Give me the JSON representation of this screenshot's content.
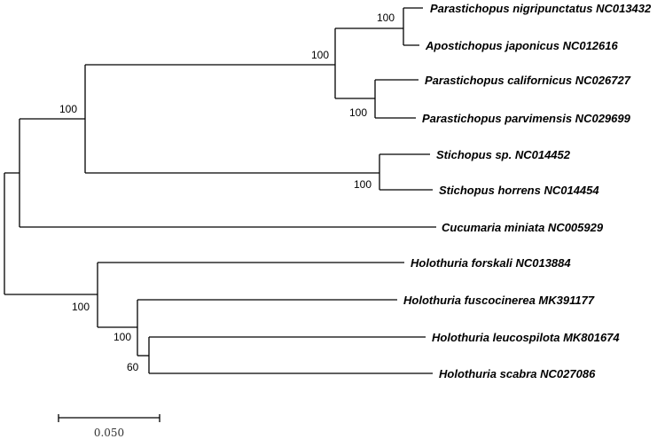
{
  "tree": {
    "taxa": [
      "Parastichopus nigripunctatus NC013432",
      "Apostichopus japonicus NC012616",
      "Parastichopus californicus NC026727",
      "Parastichopus parvimensis NC029699",
      "Stichopus sp. NC014452",
      "Stichopus horrens NC014454",
      "Cucumaria miniata NC005929",
      "Holothuria forskali NC013884",
      "Holothuria fuscocinerea MK391177",
      "Holothuria leucospilota MK801674",
      "Holothuria scabra NC027086"
    ],
    "bootstrap": [
      "100",
      "100",
      "100",
      "100",
      "100",
      "100",
      "100",
      "60"
    ],
    "scale_bar_label": "0.050"
  }
}
